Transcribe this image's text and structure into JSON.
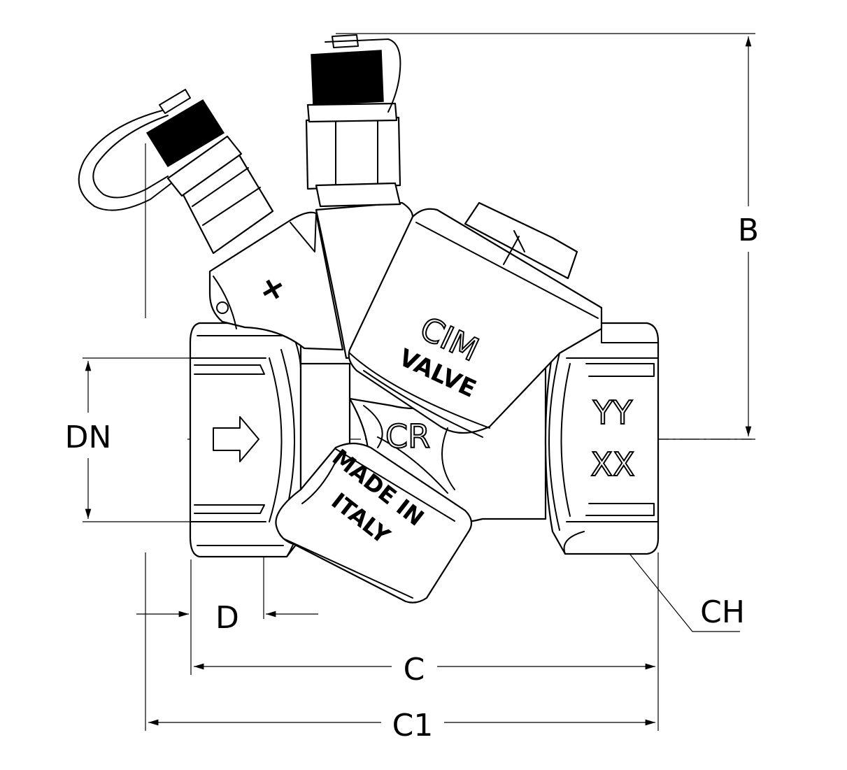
{
  "dimensions": {
    "B": "B",
    "DN": "DN",
    "D": "D",
    "C": "C",
    "C1": "C1",
    "CH": "CH"
  },
  "markings": {
    "plus": "+",
    "brand_top": "CIM",
    "brand_bottom": "VALVE",
    "logo": "CR",
    "origin_line1": "MADE IN",
    "origin_line2": "ITALY",
    "code_top": "YY",
    "code_bottom": "XX"
  }
}
